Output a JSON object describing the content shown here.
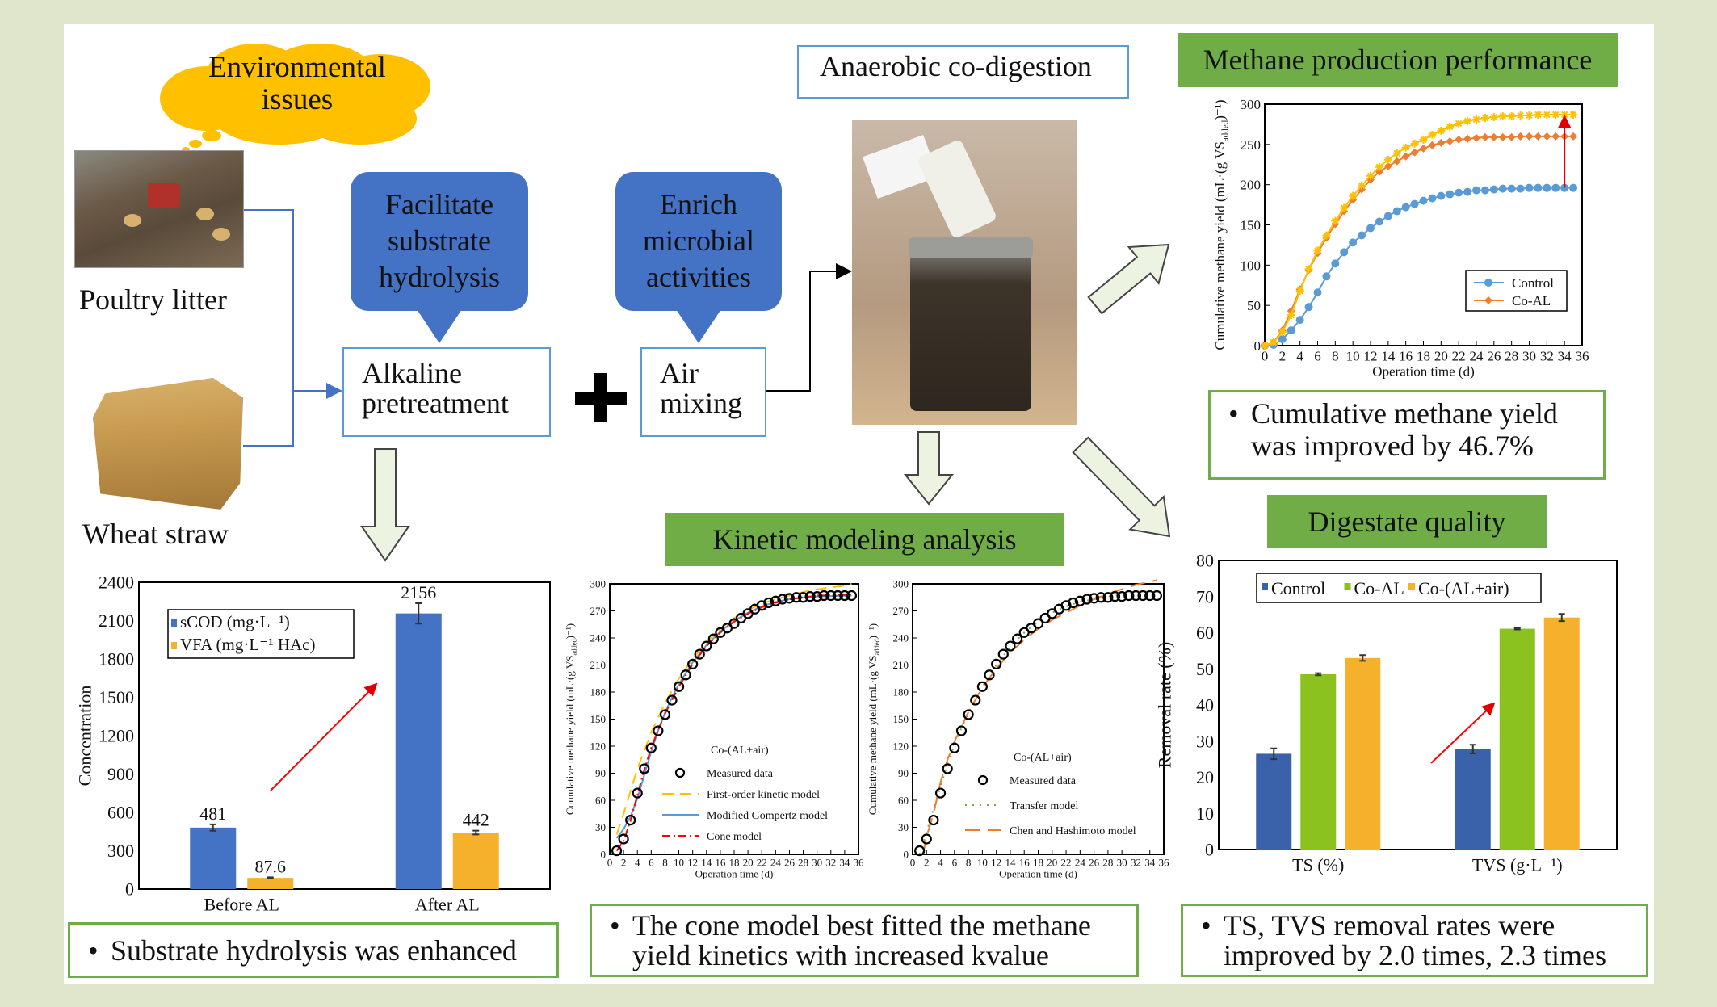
{
  "env_cloud": {
    "line1": "Environmental",
    "line2": "issues",
    "color": "#ffc000"
  },
  "feedstocks": {
    "poultry": "Poultry litter",
    "wheat": "Wheat straw"
  },
  "callouts": {
    "hydrolysis": {
      "line1": "Facilitate",
      "line2": "substrate",
      "line3": "hydrolysis"
    },
    "microbial": {
      "line1": "Enrich",
      "line2": "microbial",
      "line3": "activities"
    }
  },
  "boxes": {
    "alkaline": {
      "line1": "Alkaline",
      "line2": "pretreatment"
    },
    "air": {
      "line1": "Air",
      "line2": "mixing"
    },
    "digestion": "Anaerobic co-digestion"
  },
  "headers": {
    "methane": "Methane production performance",
    "kinetic": "Kinetic modeling analysis",
    "digestate": "Digestate quality"
  },
  "bullets": {
    "methane": {
      "line1": "Cumulative methane yield",
      "line2": "was improved by 46.7%"
    },
    "hydrolysis": {
      "line1": "Substrate hydrolysis was enhanced"
    },
    "kinetic": {
      "line1": "The cone model best fitted the methane",
      "line2": "yield kinetics with increased kvalue"
    },
    "digestate": {
      "line1": "TS, TVS removal rates were",
      "line2": "improved by 2.0 times, 2.3 times"
    }
  },
  "bullet_char": "•",
  "colors": {
    "accent_green": "#70ad47",
    "callout_blue": "#4472c4",
    "box_border": "#5b9bd5",
    "background": "#dfe6cc"
  },
  "chart_data": [
    {
      "id": "methane",
      "type": "line",
      "xlabel": "Operation time (d)",
      "ylabel_main": "Cumulative methane yield (mL·(g VS",
      "ylabel_sub": "added",
      "ylabel_end": ")⁻¹)",
      "xlim": [
        0,
        36
      ],
      "ylim": [
        0,
        300
      ],
      "xstep": 2,
      "ystep": 50,
      "x": [
        0,
        1,
        2,
        3,
        4,
        5,
        6,
        7,
        8,
        9,
        10,
        11,
        12,
        13,
        14,
        15,
        16,
        17,
        18,
        19,
        20,
        21,
        22,
        23,
        24,
        25,
        26,
        27,
        28,
        29,
        30,
        31,
        32,
        33,
        34,
        35
      ],
      "series": [
        {
          "name": "Control",
          "color": "#5b9bd5",
          "marker": "circle",
          "legend": true,
          "values": [
            0,
            1,
            8,
            19,
            32,
            48,
            66,
            86,
            102,
            116,
            128,
            137,
            146,
            154,
            161,
            167,
            172,
            176,
            180,
            183,
            186,
            188,
            190,
            191,
            193,
            193,
            194,
            195,
            195,
            195,
            196,
            196,
            196,
            196,
            196,
            196
          ]
        },
        {
          "name": "Co-AL",
          "color": "#ed7d31",
          "marker": "diamond",
          "legend": true,
          "values": [
            0,
            4,
            19,
            43,
            70,
            94,
            115,
            134,
            151,
            167,
            181,
            194,
            206,
            216,
            223,
            229,
            235,
            240,
            245,
            249,
            252,
            254,
            256,
            257,
            258,
            259,
            259,
            259,
            259,
            260,
            260,
            260,
            260,
            260,
            260,
            260
          ]
        },
        {
          "name": "Co-(AL+air)",
          "color": "#ffc000",
          "marker": "star",
          "legend": false,
          "values": [
            0,
            4,
            17,
            38,
            68,
            95,
            118,
            137,
            155,
            171,
            186,
            199,
            211,
            222,
            231,
            239,
            246,
            251,
            256,
            262,
            267,
            272,
            276,
            279,
            281,
            283,
            284,
            285,
            285,
            286,
            286,
            287,
            287,
            287,
            287,
            287
          ]
        }
      ],
      "legend_position": "bottom-right",
      "annotation": {
        "type": "arrow",
        "x": 34,
        "from": 196,
        "to": 287,
        "color": "#e00000"
      }
    },
    {
      "id": "kinetic-left",
      "type": "line",
      "title": "Co-(AL+air)",
      "xlabel": "Operation time (d)",
      "ylabel_main": "Cumulative methane yield (mL·(g VS",
      "ylabel_sub": "added",
      "ylabel_end": ")⁻¹)",
      "xlim": [
        0,
        36
      ],
      "ylim": [
        0,
        300
      ],
      "xstep": 2,
      "ystep": 30,
      "measured": {
        "name": "Measured data",
        "x": [
          1,
          2,
          3,
          4,
          5,
          6,
          7,
          8,
          9,
          10,
          11,
          12,
          13,
          14,
          15,
          16,
          17,
          18,
          19,
          20,
          21,
          22,
          23,
          24,
          25,
          26,
          27,
          28,
          29,
          30,
          31,
          32,
          33,
          34,
          35
        ],
        "values": [
          4,
          17,
          38,
          68,
          95,
          118,
          137,
          155,
          171,
          186,
          199,
          211,
          222,
          231,
          239,
          246,
          251,
          256,
          262,
          267,
          272,
          276,
          279,
          281,
          283,
          284,
          285,
          285,
          286,
          286,
          287,
          287,
          287,
          287,
          287
        ]
      },
      "models": [
        {
          "name": "First-order kinetic model",
          "color": "#ffc000",
          "dash": "14 8",
          "points": [
            [
              1,
              22
            ],
            [
              2,
              45
            ],
            [
              4,
              95
            ],
            [
              6,
              135
            ],
            [
              8,
              168
            ],
            [
              10,
              195
            ],
            [
              12,
              217
            ],
            [
              14,
              235
            ],
            [
              16,
              250
            ],
            [
              18,
              262
            ],
            [
              20,
              271
            ],
            [
              22,
              278
            ],
            [
              24,
              283
            ],
            [
              26,
              287
            ],
            [
              28,
              291
            ],
            [
              30,
              294
            ],
            [
              32,
              296
            ],
            [
              34,
              298
            ],
            [
              35,
              300
            ]
          ]
        },
        {
          "name": "Modified Gompertz model",
          "color": "#5b9bd5",
          "dash": "",
          "points": [
            [
              1,
              18
            ],
            [
              2,
              28
            ],
            [
              3,
              42
            ],
            [
              4,
              62
            ],
            [
              5,
              88
            ],
            [
              6,
              114
            ],
            [
              7,
              137
            ],
            [
              8,
              157
            ],
            [
              9,
              174
            ],
            [
              10,
              189
            ],
            [
              12,
              213
            ],
            [
              14,
              232
            ],
            [
              16,
              247
            ],
            [
              18,
              259
            ],
            [
              20,
              268
            ],
            [
              22,
              275
            ],
            [
              24,
              280
            ],
            [
              26,
              283
            ],
            [
              28,
              285
            ],
            [
              30,
              286
            ],
            [
              35,
              287
            ]
          ]
        },
        {
          "name": "Cone model",
          "color": "#ff0000",
          "dash": "10 4 2 4",
          "points": [
            [
              1,
              4
            ],
            [
              2,
              15
            ],
            [
              3,
              37
            ],
            [
              4,
              66
            ],
            [
              5,
              94
            ],
            [
              6,
              118
            ],
            [
              7,
              138
            ],
            [
              8,
              156
            ],
            [
              10,
              186
            ],
            [
              12,
              211
            ],
            [
              14,
              231
            ],
            [
              16,
              246
            ],
            [
              18,
              258
            ],
            [
              20,
              267
            ],
            [
              22,
              274
            ],
            [
              24,
              279
            ],
            [
              26,
              283
            ],
            [
              28,
              285
            ],
            [
              30,
              287
            ],
            [
              35,
              288
            ]
          ]
        }
      ]
    },
    {
      "id": "kinetic-right",
      "type": "line",
      "title": "Co-(AL+air)",
      "xlabel": "Operation time (d)",
      "ylabel_main": "Cumulative methane yield (mL·(g VS",
      "ylabel_sub": "added",
      "ylabel_end": ")⁻¹)",
      "xlim": [
        0,
        36
      ],
      "ylim": [
        0,
        300
      ],
      "xstep": 2,
      "ystep": 30,
      "measured": {
        "name": "Measured data",
        "x": [
          1,
          2,
          3,
          4,
          5,
          6,
          7,
          8,
          9,
          10,
          11,
          12,
          13,
          14,
          15,
          16,
          17,
          18,
          19,
          20,
          21,
          22,
          23,
          24,
          25,
          26,
          27,
          28,
          29,
          30,
          31,
          32,
          33,
          34,
          35
        ],
        "values": [
          4,
          17,
          38,
          68,
          95,
          118,
          137,
          155,
          171,
          186,
          199,
          211,
          222,
          231,
          239,
          246,
          251,
          256,
          262,
          267,
          272,
          276,
          279,
          281,
          283,
          284,
          285,
          285,
          286,
          286,
          287,
          287,
          287,
          287,
          287
        ]
      },
      "models": [
        {
          "name": "Transfer model",
          "color": "#70ad47",
          "dash": "2 7",
          "points": [
            [
              1,
              0
            ],
            [
              2,
              25
            ],
            [
              3,
              50
            ],
            [
              4,
              75
            ],
            [
              5,
              100
            ],
            [
              6,
              122
            ],
            [
              7,
              140
            ],
            [
              8,
              157
            ],
            [
              10,
              186
            ],
            [
              12,
              210
            ],
            [
              14,
              230
            ],
            [
              16,
              246
            ],
            [
              18,
              258
            ],
            [
              20,
              268
            ],
            [
              22,
              275
            ],
            [
              24,
              280
            ],
            [
              26,
              283
            ],
            [
              28,
              286
            ],
            [
              30,
              288
            ],
            [
              32,
              290
            ],
            [
              34,
              292
            ]
          ]
        },
        {
          "name": "Chen and Hashimoto model",
          "color": "#ed7d31",
          "dash": "18 10",
          "points": [
            [
              1.5,
              0
            ],
            [
              2,
              20
            ],
            [
              3,
              45
            ],
            [
              4,
              80
            ],
            [
              5,
              105
            ],
            [
              6,
              125
            ],
            [
              8,
              158
            ],
            [
              10,
              185
            ],
            [
              12,
              206
            ],
            [
              14,
              224
            ],
            [
              16,
              238
            ],
            [
              18,
              250
            ],
            [
              20,
              260
            ],
            [
              22,
              268
            ],
            [
              24,
              276
            ],
            [
              26,
              283
            ],
            [
              28,
              289
            ],
            [
              30,
              294
            ],
            [
              32,
              299
            ],
            [
              35,
              304
            ]
          ]
        }
      ]
    },
    {
      "id": "hydrolysis-bars",
      "type": "bar",
      "ylabel": "Concentration",
      "ylim": [
        0,
        2400
      ],
      "ystep": 300,
      "categories": [
        "Before AL",
        "After AL"
      ],
      "series": [
        {
          "name": "sCOD (mg·L⁻¹)",
          "color": "#4472c4",
          "values": [
            481,
            2156
          ],
          "errors": [
            25,
            80
          ],
          "labels": [
            "481",
            "2156"
          ]
        },
        {
          "name": "VFA (mg·L⁻¹ HAc)",
          "color": "#f6b12c",
          "values": [
            87.6,
            442
          ],
          "errors": [
            5,
            15
          ],
          "labels": [
            "87.6",
            "442"
          ]
        }
      ],
      "legend_position": "top-left"
    },
    {
      "id": "removal-bars",
      "type": "bar",
      "ylabel": "Removal rate (%)",
      "ylim": [
        0,
        80
      ],
      "ystep": 10,
      "categories": [
        "TS (%)",
        "TVS (g·L⁻¹)"
      ],
      "series": [
        {
          "name": "Control",
          "color": "#3a62aa",
          "values": [
            26.5,
            27.8
          ],
          "errors": [
            1.5,
            1.2
          ]
        },
        {
          "name": "Co-AL",
          "color": "#8cc220",
          "values": [
            48.5,
            61.1
          ],
          "errors": [
            0.3,
            0.2
          ]
        },
        {
          "name": "Co-(AL+air)",
          "color": "#f6b12c",
          "values": [
            53.0,
            64.2
          ],
          "errors": [
            0.8,
            1.0
          ]
        }
      ],
      "legend_position": "top"
    }
  ]
}
